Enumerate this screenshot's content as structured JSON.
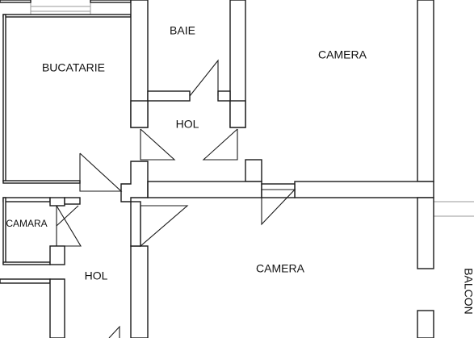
{
  "rooms": {
    "baie": "BAIE",
    "bucatarie": "BUCATARIE",
    "camera_top": "CAMERA",
    "hol_top": "HOL",
    "camara": "CAMARA",
    "hol_bottom": "HOL",
    "camera_bottom": "CAMERA",
    "balcon": "BALCON"
  }
}
